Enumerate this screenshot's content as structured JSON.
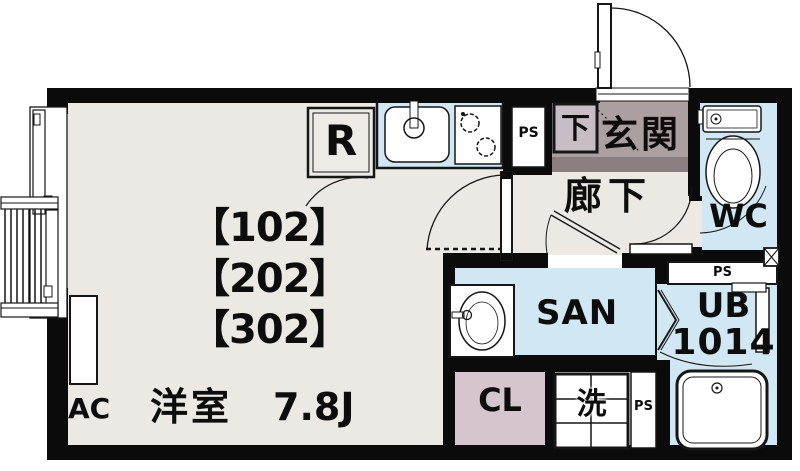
{
  "labels": {
    "units": [
      "【102】",
      "【202】",
      "【302】"
    ],
    "room_name": "洋室",
    "room_size": "7.8J",
    "ac": "AC",
    "fridge": "R",
    "ps_kitchen": "PS",
    "shoe_cabinet": "下",
    "entrance": "玄関",
    "hallway": "廊下",
    "wc": "WC",
    "ps_shaft": "PS",
    "sanitary": "SAN",
    "closet": "CL",
    "laundry": "洗",
    "ps_utility": "PS",
    "bath": "UB",
    "bath_size": "1014"
  },
  "colors": {
    "floor": "#ECE9E4",
    "water": "#D2E7F4",
    "entrance": "#AC9FA0",
    "entrance_step": "#8A7F80",
    "shoe_box": "#C9BDC5",
    "closet": "#D6C4CE",
    "wall": "#0B0B0B",
    "line": "#161616",
    "fixture": "#FFFFFF"
  }
}
